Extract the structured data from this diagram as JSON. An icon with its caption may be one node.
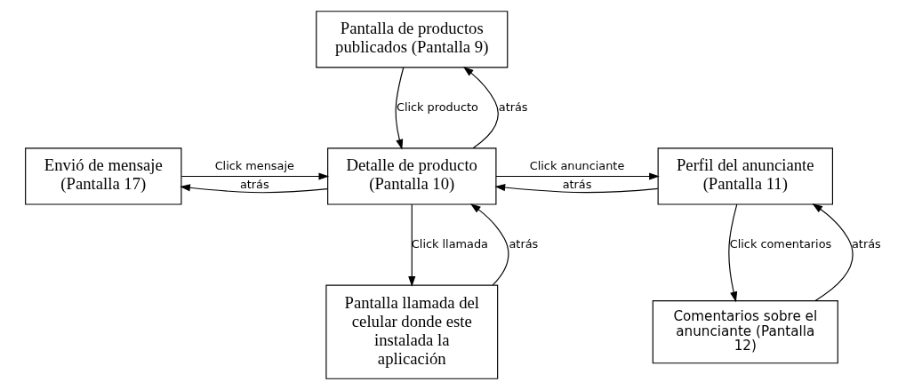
{
  "diagram": {
    "nodes": [
      {
        "text": [
          "Pantalla de productos publicados (Pantalla 9)"
        ]
      },
      {
        "text": [
          "Envió de mensaje (Pantalla 17)"
        ]
      },
      {
        "text": [
          "Detalle de producto (Pantalla 10)"
        ]
      },
      {
        "text": [
          "Perfil del anunciante (Pantalla 11)"
        ]
      },
      {
        "text": [
          "Pantalla llamada del celular donde este instalada la aplicación"
        ]
      },
      {
        "text": [
          "Comentarios sobre el anunciante (Pantalla 12)"
        ]
      }
    ],
    "edges": [
      {
        "from": 2,
        "to": 0,
        "arrow": "to",
        "label": "atrás"
      },
      {
        "from": 0,
        "to": 2,
        "arrow": "to",
        "label": "Click producto"
      },
      {
        "from": 1,
        "to": 2,
        "arrow": "to",
        "label": "Click mensaje"
      },
      {
        "from": 2,
        "to": 1,
        "arrow": "to",
        "label": "atrás"
      },
      {
        "from": 2,
        "to": 3,
        "arrow": "to",
        "label": "Click anunciante"
      },
      {
        "from": 3,
        "to": 2,
        "arrow": "to",
        "label": "atrás"
      },
      {
        "from": 4,
        "to": 2,
        "arrow": "to",
        "label": "atrás"
      },
      {
        "from": 2,
        "to": 4,
        "arrow": "to",
        "label": "Click llamada"
      },
      {
        "from": 5,
        "to": 3,
        "arrow": "to",
        "label": "atrás"
      },
      {
        "from": 3,
        "to": 5,
        "arrow": "to",
        "label": "Click comentarios"
      }
    ]
  }
}
